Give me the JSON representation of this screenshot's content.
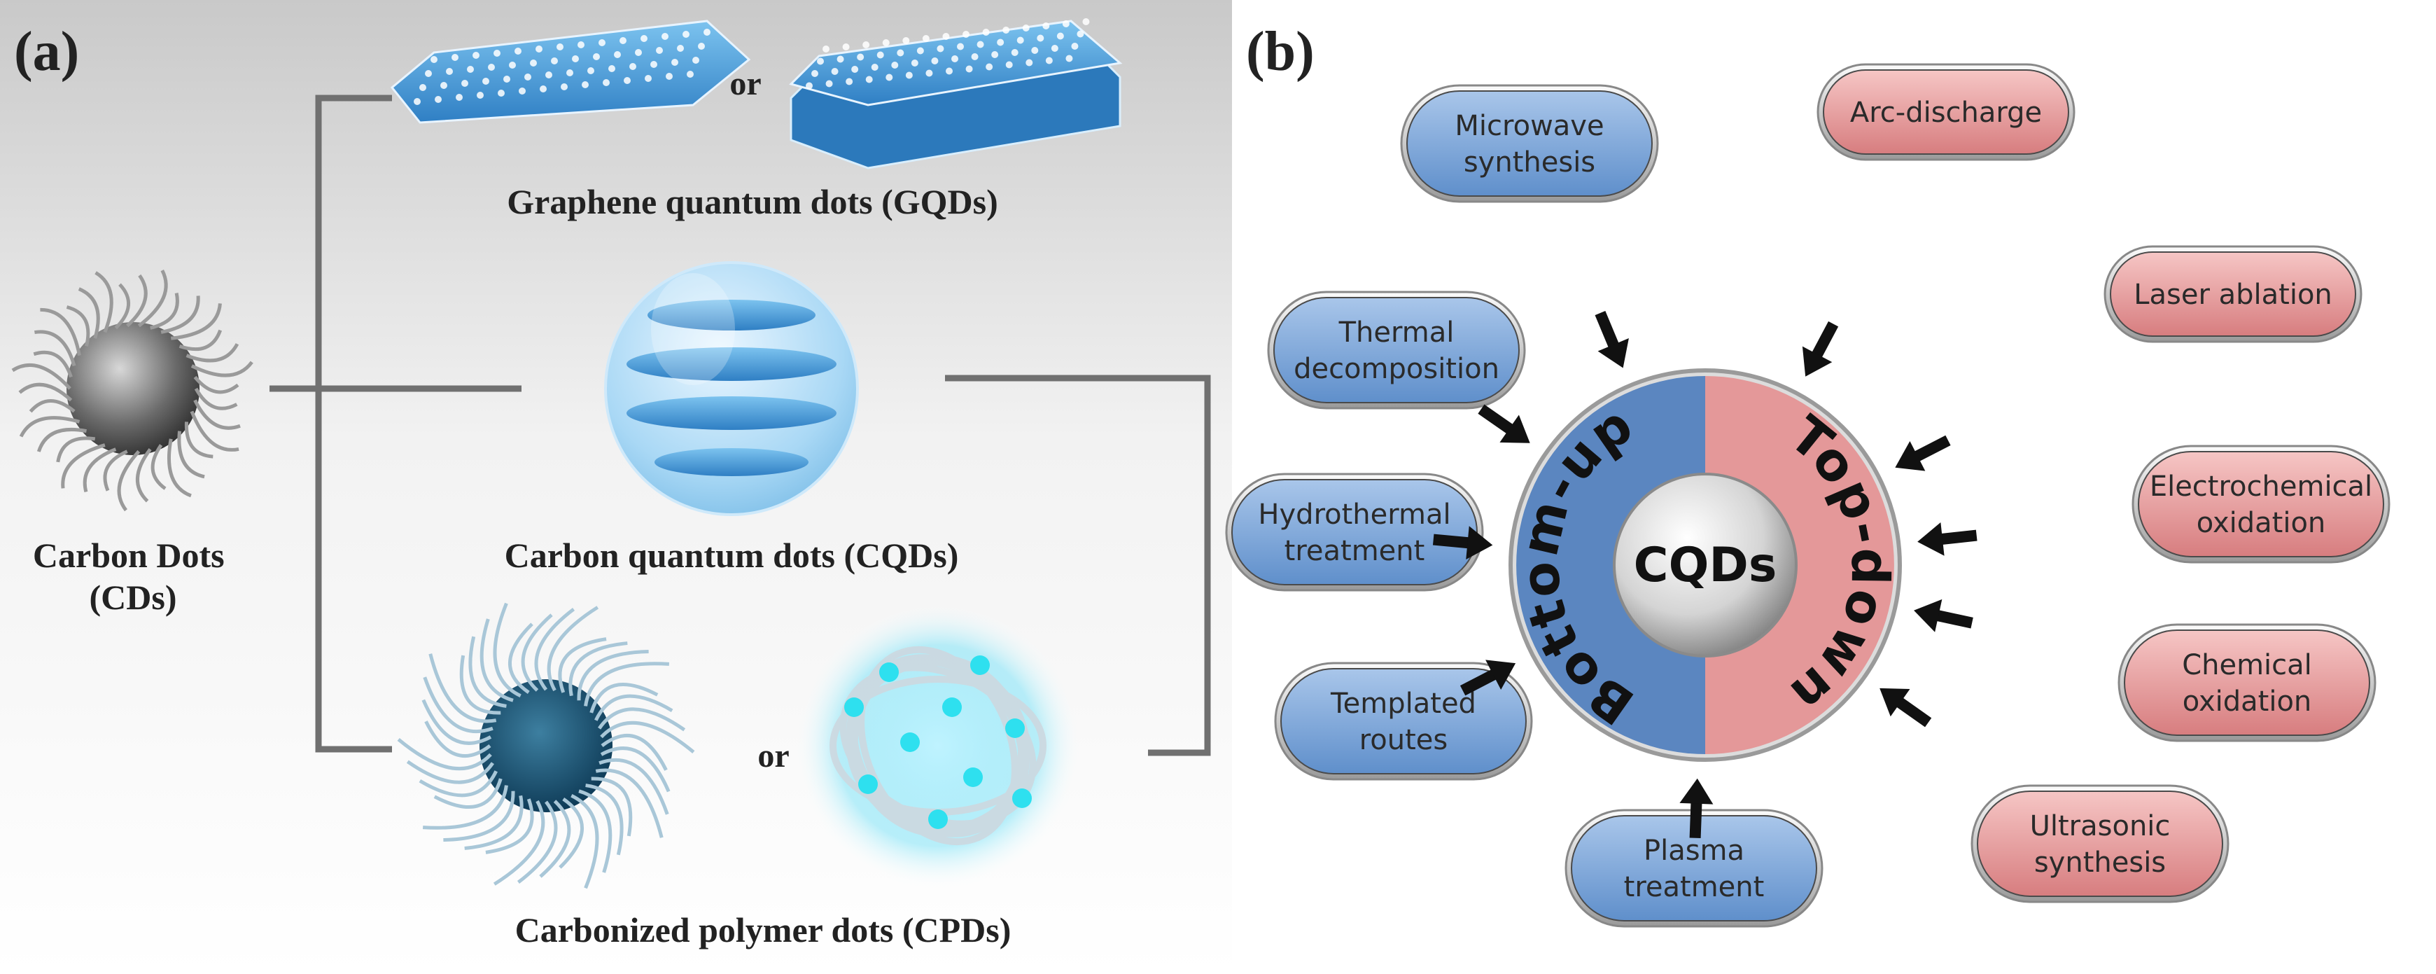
{
  "panel_a": {
    "label": "(a)",
    "root": "Carbon Dots\n(CDs)",
    "branches": [
      {
        "name": "Graphene quantum dots (GQDs)",
        "connector": "or"
      },
      {
        "name": "Carbon quantum dots (CQDs)",
        "connector": ""
      },
      {
        "name": "Carbonized polymer dots (CPDs)",
        "connector": "or"
      }
    ]
  },
  "panel_b": {
    "label": "(b)",
    "center": "CQDs",
    "ring_left": "Bottom-up",
    "ring_right": "Top-down",
    "colors": {
      "bottom_up": "#5b86c0",
      "top_down": "#e49899"
    },
    "bottom_up_methods": [
      "Microwave\nsynthesis",
      "Thermal\ndecomposition",
      "Hydrothermal\ntreatment",
      "Templated\nroutes",
      "Plasma\ntreatment"
    ],
    "top_down_methods": [
      "Arc-discharge",
      "Laser ablation",
      "Electrochemical\noxidation",
      "Chemical\noxidation",
      "Ultrasonic\nsynthesis"
    ]
  }
}
